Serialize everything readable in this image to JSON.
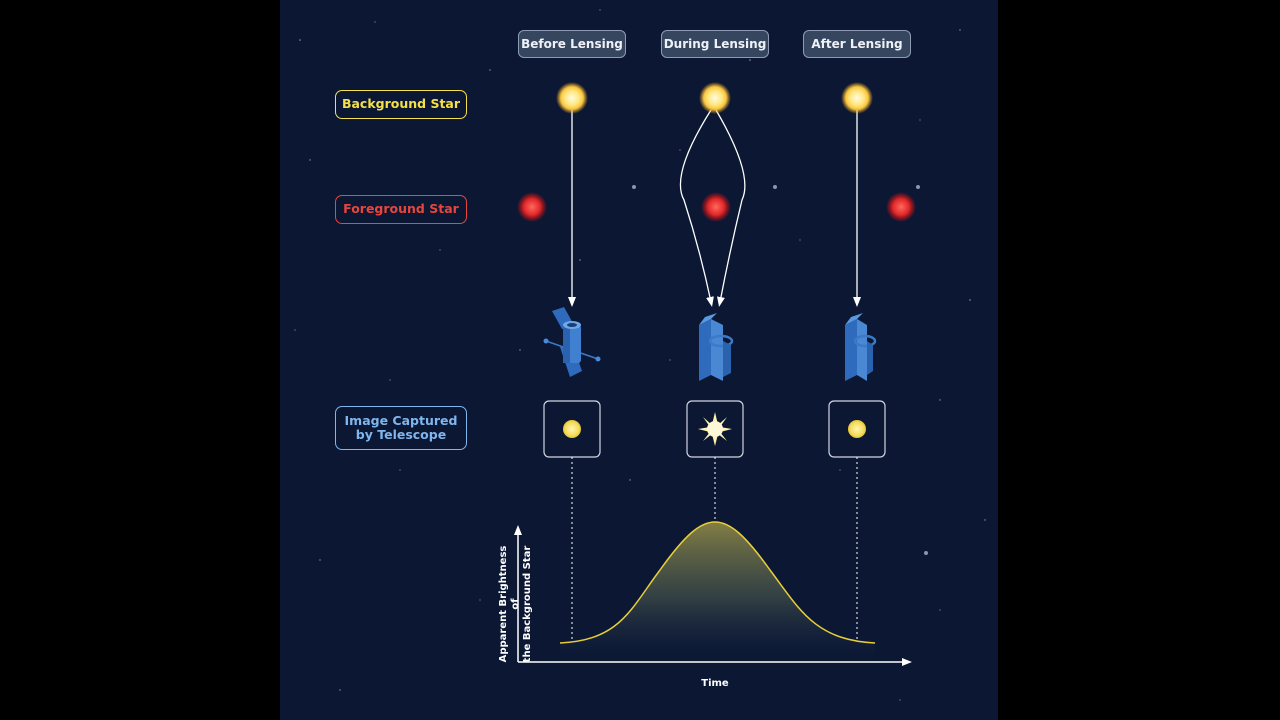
{
  "phases": {
    "before": "Before Lensing",
    "during": "During Lensing",
    "after": "After Lensing"
  },
  "rows": {
    "background_star": "Background Star",
    "foreground_star": "Foreground Star",
    "image_captured": "Image Captured by Telescope"
  },
  "graph": {
    "y_axis_label_line1": "Apparent Brightness of",
    "y_axis_label_line2": "the Background Star",
    "x_axis_label": "Time"
  },
  "colors": {
    "background": "#0b1733",
    "background_star": "#ffe680",
    "foreground_star": "#e0262a",
    "telescope": "#3b79c9",
    "curve": "#e8cf3a",
    "background_star_label": "#f4e04a",
    "foreground_star_label": "#e8453c",
    "image_label": "#7fb6ee"
  },
  "icons": {
    "background_star": "glowing-yellow-star",
    "foreground_star": "glowing-red-star",
    "telescope": "space-telescope",
    "magnified_star": "starburst"
  }
}
